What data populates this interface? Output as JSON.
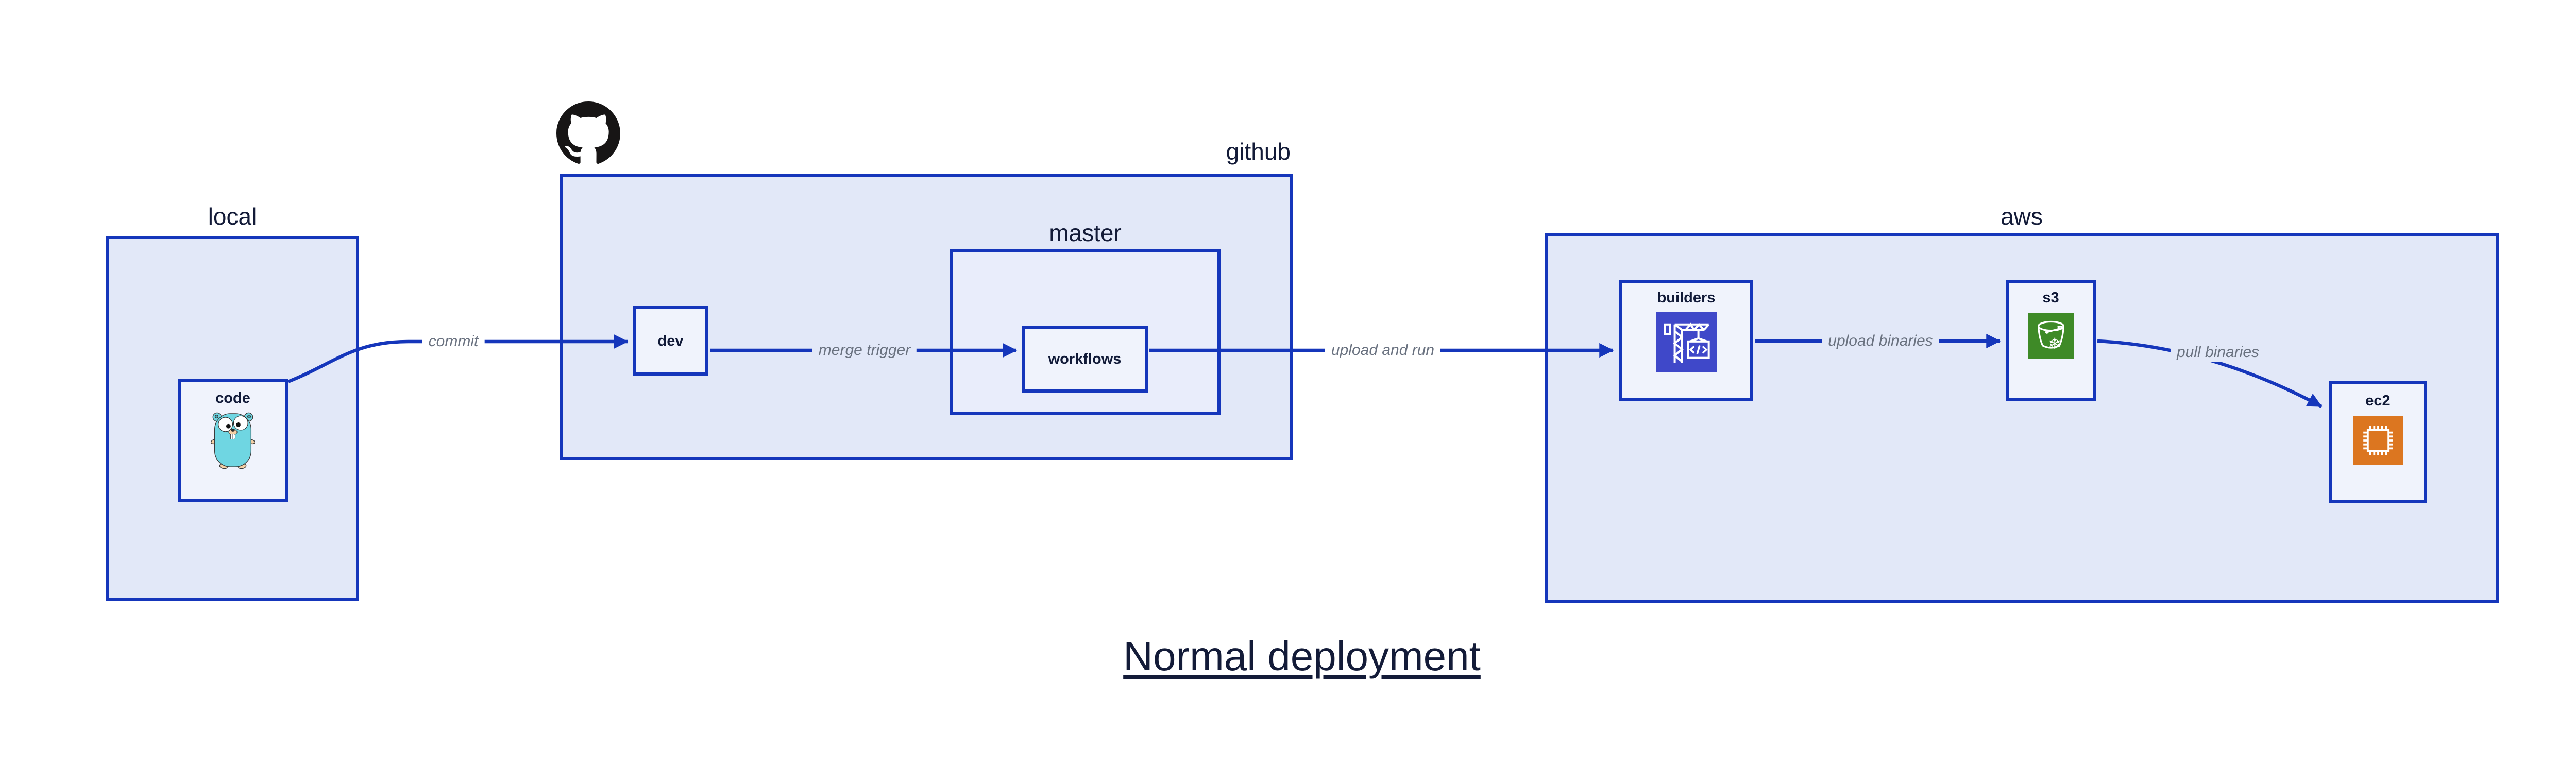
{
  "diagram": {
    "title": "Normal deployment",
    "regions": {
      "local": {
        "label": "local"
      },
      "github": {
        "label": "github",
        "icon": "github-octocat-icon"
      },
      "aws": {
        "label": "aws"
      }
    },
    "nodes": {
      "code": {
        "label": "code",
        "icon": "go-gopher-icon"
      },
      "dev": {
        "label": "dev"
      },
      "master": {
        "label": "master"
      },
      "workflows": {
        "label": "workflows"
      },
      "builders": {
        "label": "builders",
        "icon": "codebuild-crane-icon"
      },
      "s3": {
        "label": "s3",
        "icon": "s3-bucket-snowflake-icon"
      },
      "ec2": {
        "label": "ec2",
        "icon": "ec2-chip-icon"
      }
    },
    "edges": [
      {
        "from": "code",
        "to": "dev",
        "label": "commit"
      },
      {
        "from": "dev",
        "to": "workflows",
        "label": "merge trigger"
      },
      {
        "from": "workflows",
        "to": "builders",
        "label": "upload and run"
      },
      {
        "from": "builders",
        "to": "s3",
        "label": "upload binaries"
      },
      {
        "from": "s3",
        "to": "ec2",
        "label": "pull binaries"
      }
    ],
    "icons": {
      "s3": {
        "snowflake_glyph": "❄"
      }
    },
    "colors": {
      "region_fill": "#e2e8f8",
      "group_fill": "#e9edfb",
      "node_fill": "#f0f3fc",
      "border_blue": "#1536bb",
      "arrow_blue": "#1536bb",
      "edge_label_gray": "#6a7280",
      "text_navy": "#131b38",
      "codebuild_purple": "#3f48c9",
      "s3_green": "#3e8a27",
      "ec2_orange": "#dc7620",
      "github_black": "#171515",
      "gopher_teal": "#6fd6e2"
    }
  }
}
